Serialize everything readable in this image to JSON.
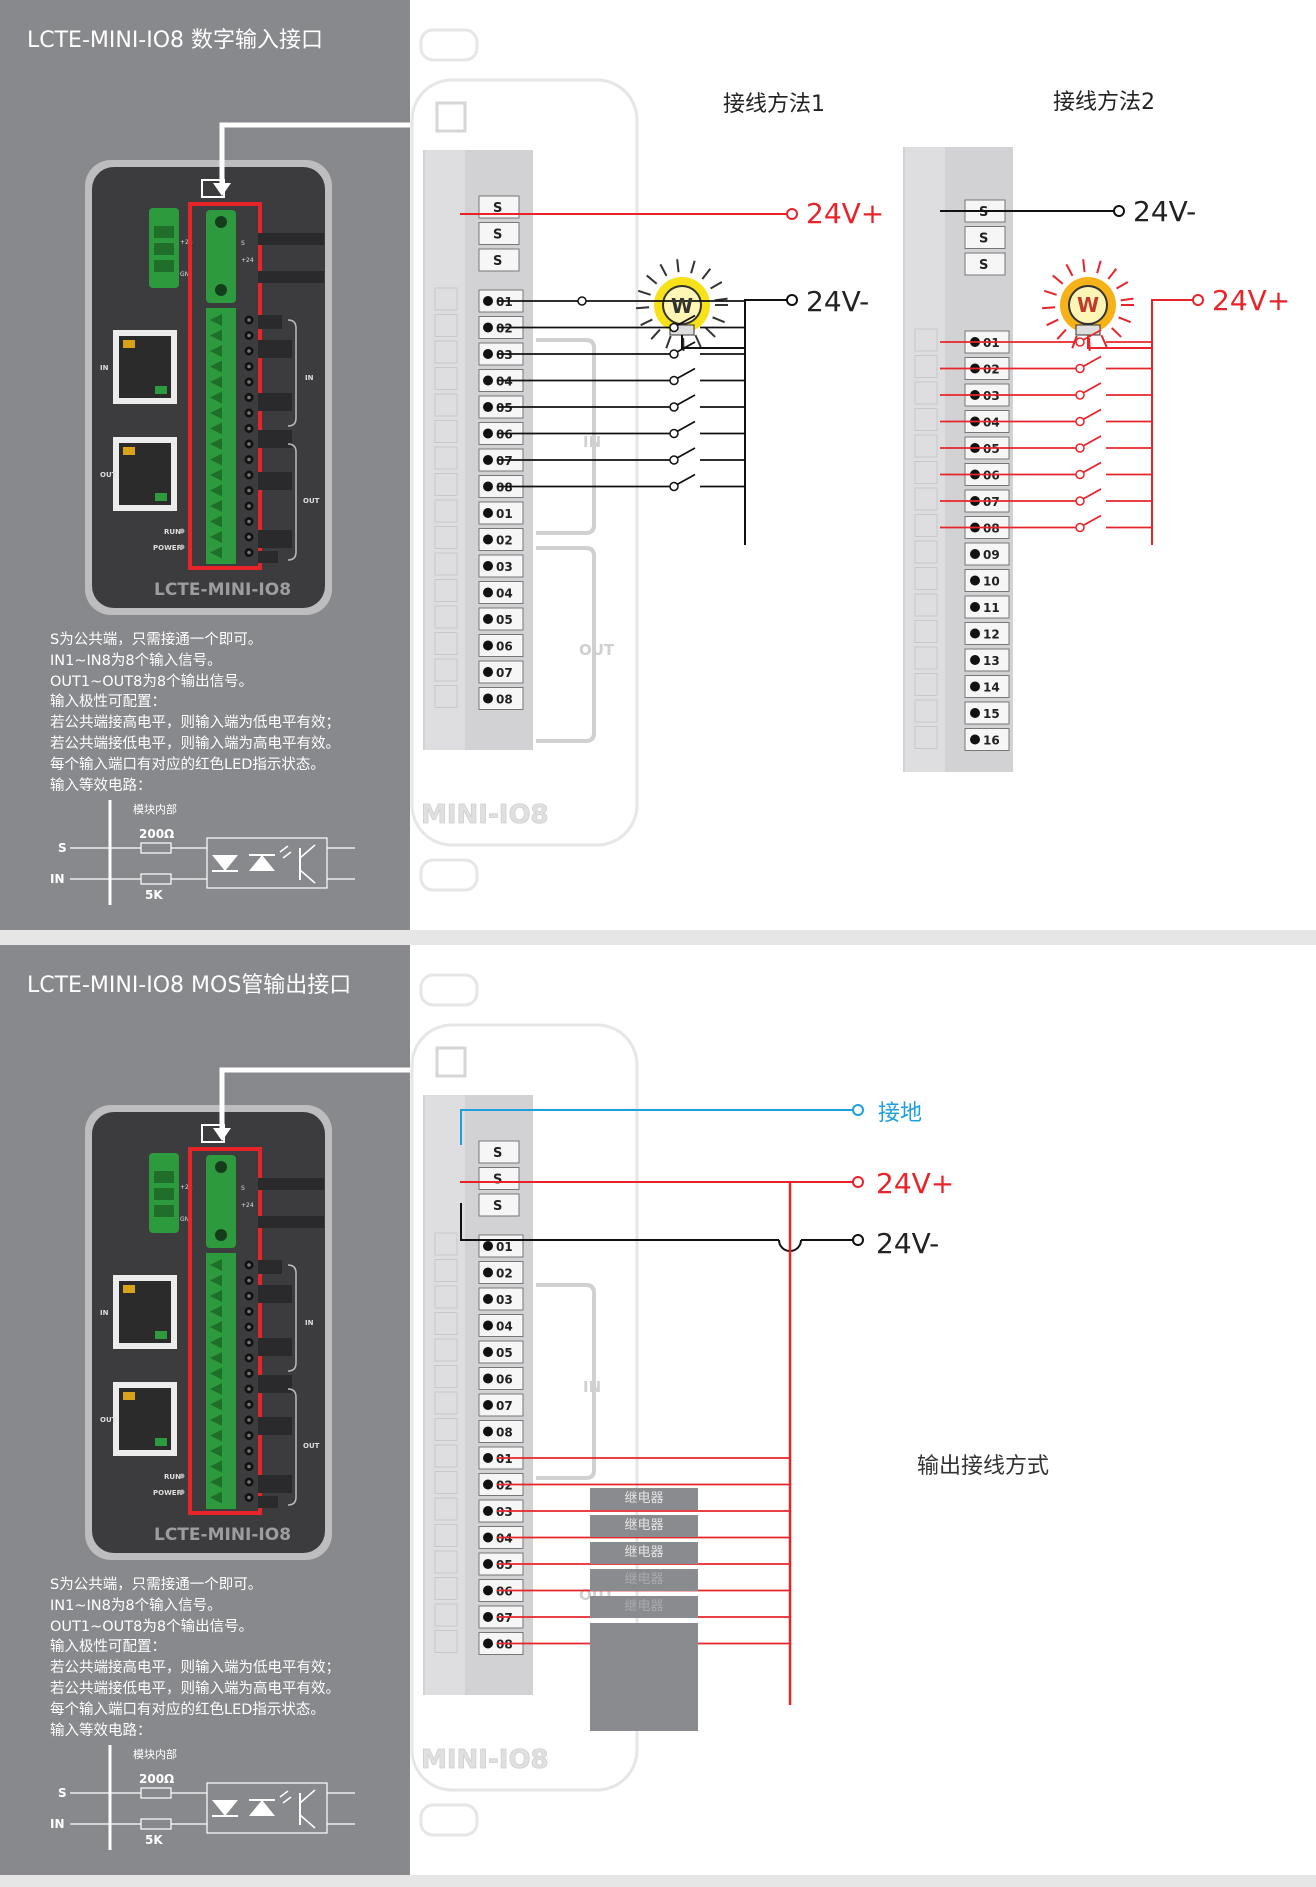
{
  "panel1": {
    "title": "LCTE-MINI-IO8 数字输入接口",
    "method1_title": "接线方法1",
    "method2_title": "接线方法2",
    "v24_plus": "24V+",
    "v24_minus": "24V-",
    "lamp_label": "W",
    "notes": [
      "S为公共端，只需接通一个即可。",
      "IN1~IN8为8个输入信号。",
      "OUT1~OUT8为8个输出信号。",
      "输入极性可配置：",
      "若公共端接高电平，则输入端为低电平有效；",
      "若公共端接低电平，则输入端为高电平有效。",
      "每个输入端口有对应的红色LED指示状态。",
      "输入等效电路："
    ]
  },
  "panel2": {
    "title": "LCTE-MINI-IO8 MOS管输出接口",
    "ground_label": "接地",
    "v24_plus": "24V+",
    "v24_minus": "24V-",
    "output_caption": "输出接线方式",
    "relay_label": "继电器",
    "notes": [
      "S为公共端，只需接通一个即可。",
      "IN1~IN8为8个输入信号。",
      "OUT1~OUT8为8个输出信号。",
      "输入极性可配置：",
      "若公共端接高电平，则输入端为低电平有效；",
      "若公共端接低电平，则输入端为高电平有效。",
      "每个输入端口有对应的红色LED指示状态。",
      "输入等效电路："
    ]
  },
  "device": {
    "model": "LCTE-MINI-IO8",
    "model_partial": "MINI-IO8",
    "port_in": "IN",
    "port_out": "OUT",
    "led_run": "RUN",
    "led_power": "POWER",
    "tiny_s": "S",
    "tiny_24": "+24",
    "tiny_gn": "GN"
  },
  "terminal": {
    "s_label": "S",
    "in_label": "IN",
    "out_label": "OUT",
    "pins8": [
      "01",
      "02",
      "03",
      "04",
      "05",
      "06",
      "07",
      "08"
    ],
    "pins16": [
      "01",
      "02",
      "03",
      "04",
      "05",
      "06",
      "07",
      "08",
      "09",
      "10",
      "11",
      "12",
      "13",
      "14",
      "15",
      "16"
    ]
  },
  "circuit": {
    "inner_label": "模块内部",
    "r1": "200Ω",
    "r2": "5K",
    "s": "S",
    "in": "IN"
  },
  "colors": {
    "red": "#e8242b",
    "blue": "#1fa0dc",
    "gray_panel": "#88898d",
    "device_dark": "#3d3d3f",
    "connector_green": "#2e9a3e"
  }
}
